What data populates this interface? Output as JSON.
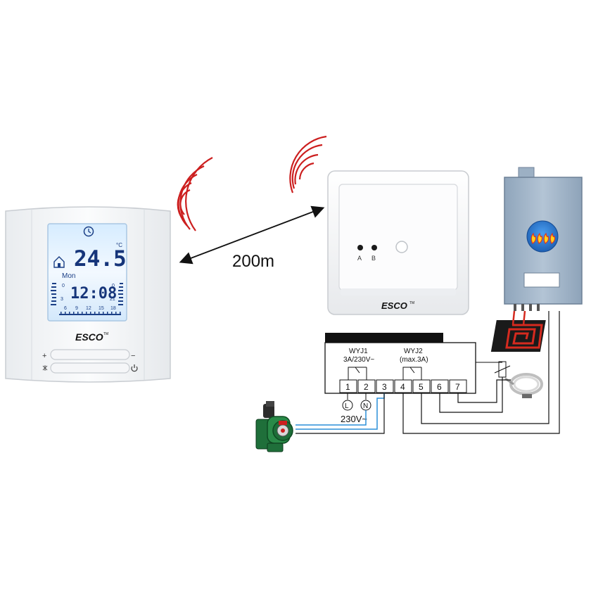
{
  "thermostat": {
    "brand": "ESCO",
    "trademark": "TM",
    "room_temp": "24.5",
    "temp_unit": "°C",
    "day": "Mon",
    "time": "12:08",
    "scale_left_top": "0",
    "scale_left_mid": "3",
    "scale_right_top": "0",
    "scale_right_mid": "21",
    "hours": [
      "6",
      "9",
      "12",
      "15",
      "18"
    ],
    "plus_label": "+",
    "minus_label": "−",
    "power_icon": "power-icon",
    "lock_icon": "snowflake-icon"
  },
  "link": {
    "distance": "200m",
    "wave_color": "#cc1f1f"
  },
  "receiver": {
    "brand": "ESCO",
    "trademark": "TM",
    "led_a": "A",
    "led_b": "B"
  },
  "wiring": {
    "relay1_name": "WYJ1",
    "relay1_rating": "3A/230V~",
    "relay2_name": "WYJ2",
    "relay2_rating": "(max.3A)",
    "terminals": [
      "1",
      "2",
      "3",
      "4",
      "5",
      "6",
      "7"
    ],
    "phase": "L",
    "neutral": "N",
    "supply": "230V~",
    "wire_color": "#2a8fd8"
  },
  "boiler": {
    "body_color": "#9fb3c8",
    "flame_icon": "flame-icon"
  }
}
